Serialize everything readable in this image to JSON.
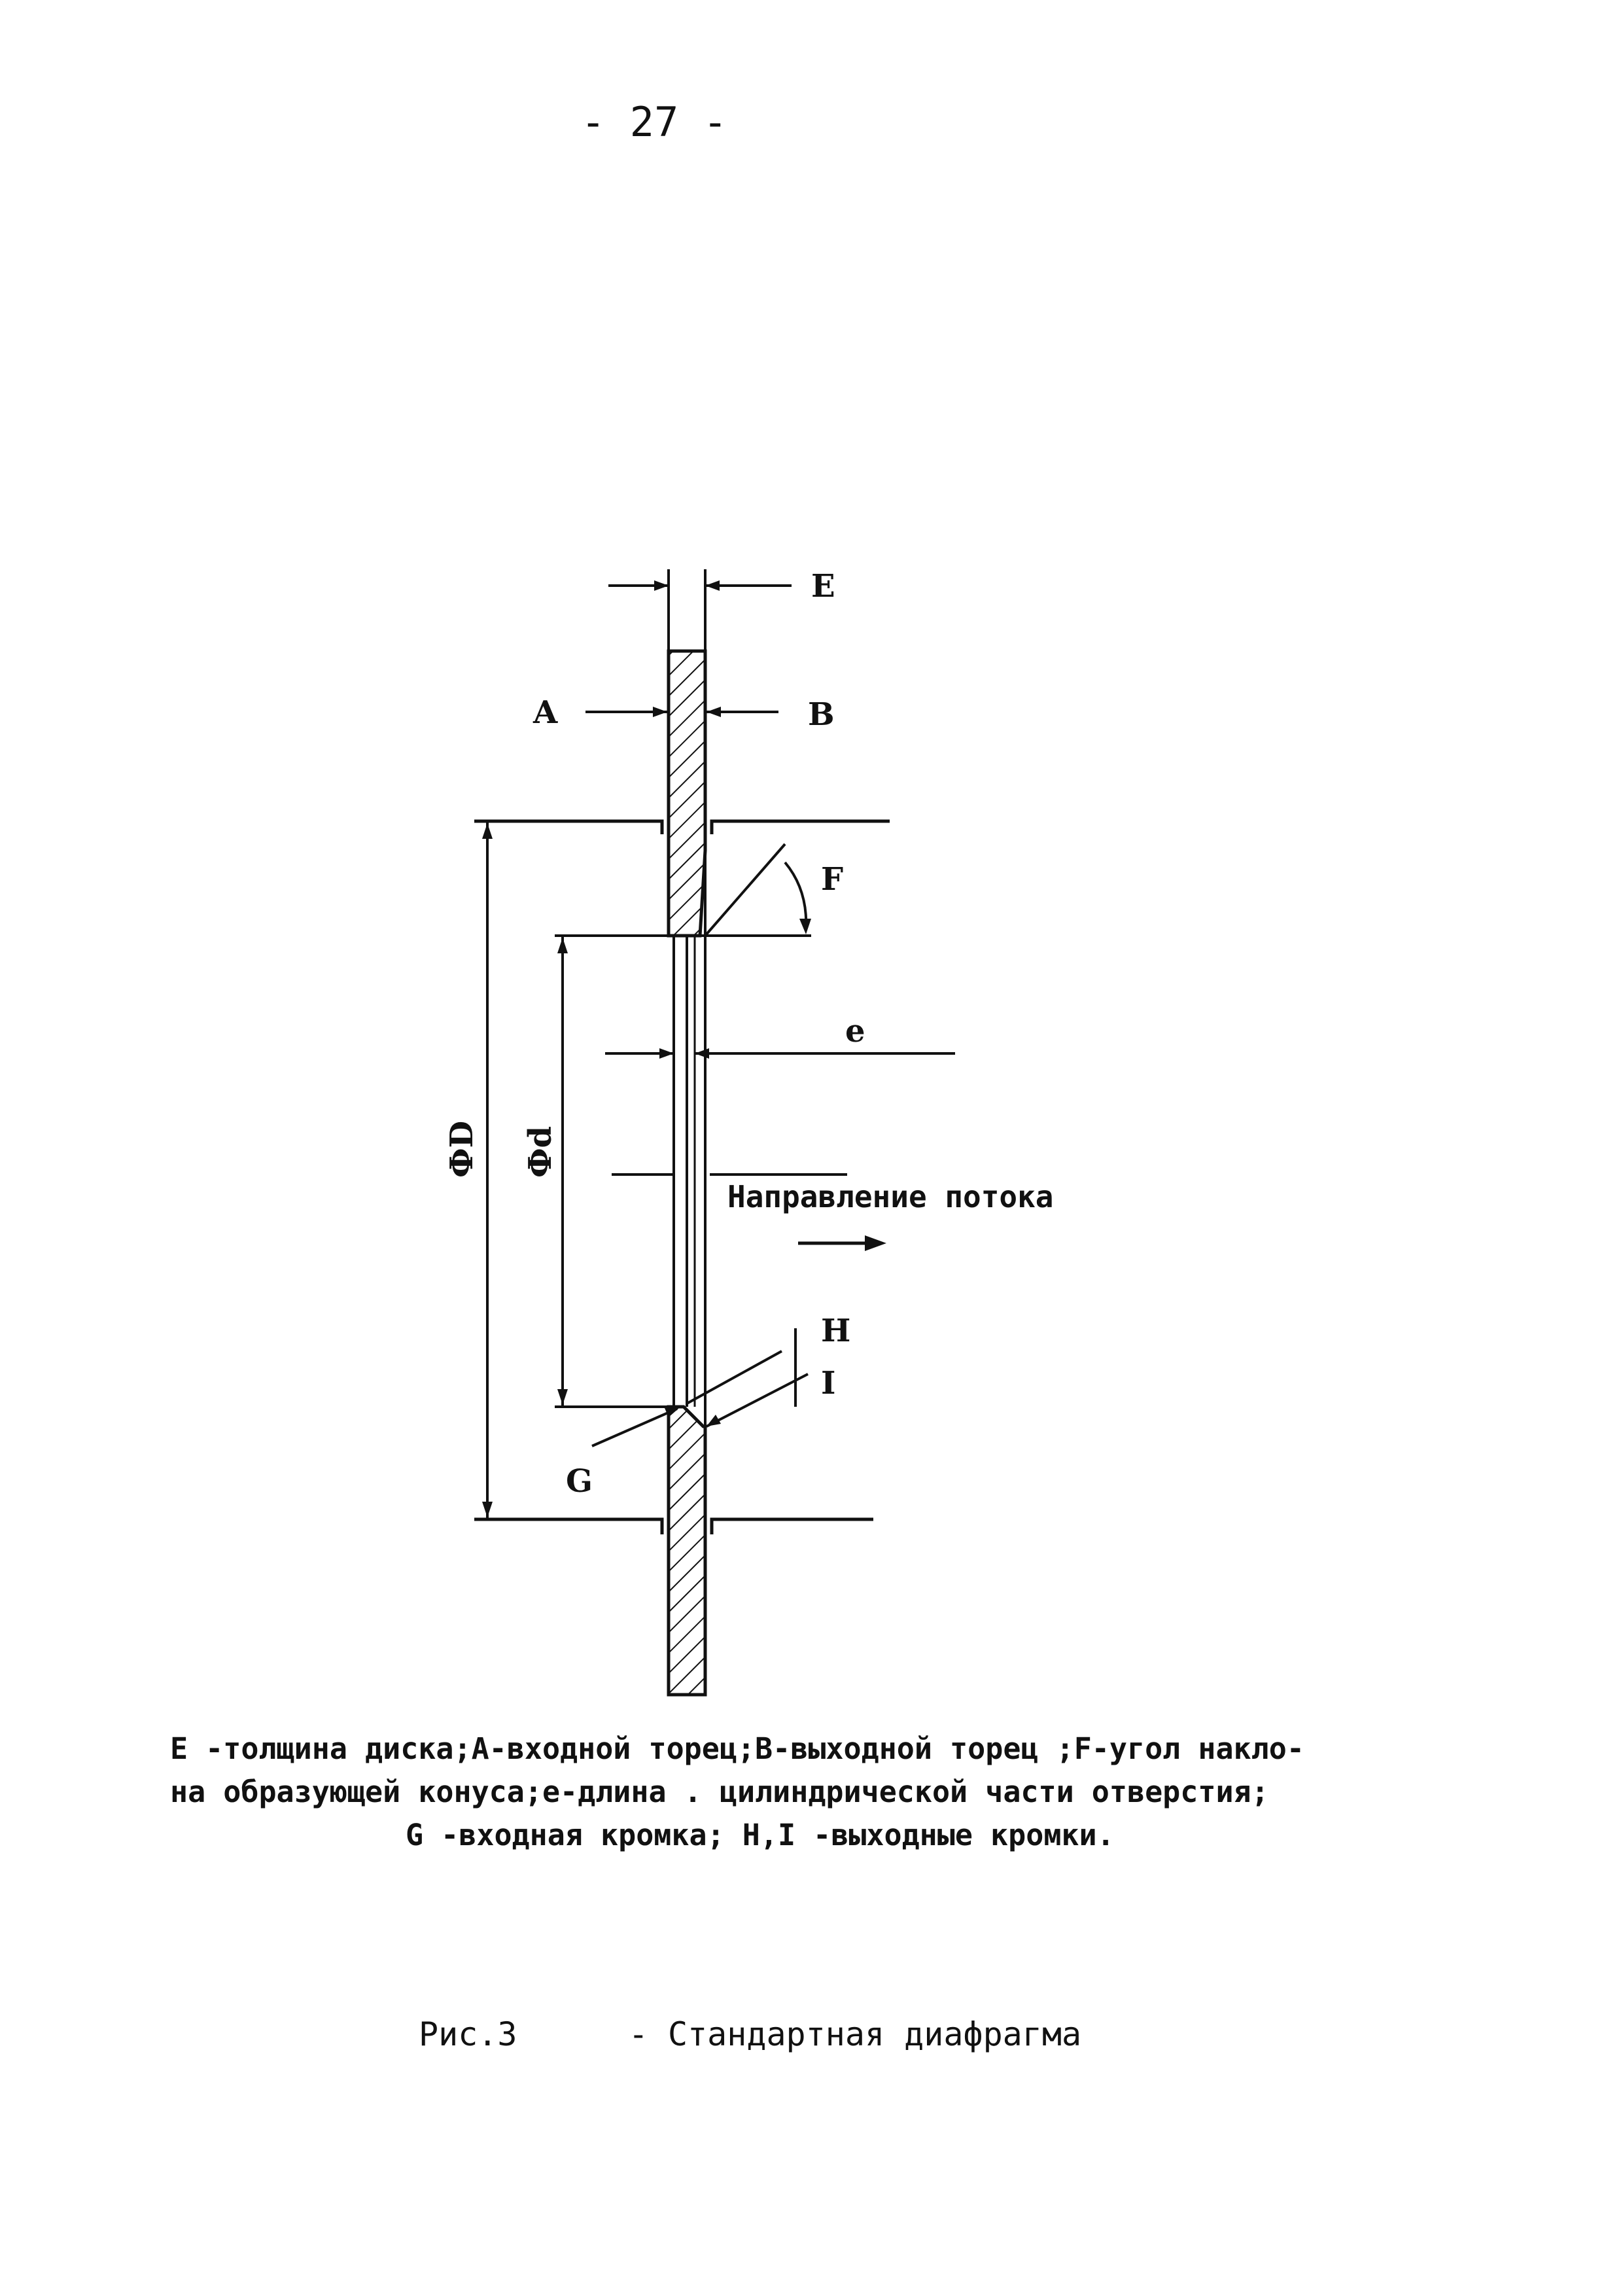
{
  "page_number": "- 27 -",
  "labels": {
    "E": "E",
    "A": "A",
    "B": "B",
    "F": "F",
    "e": "e",
    "D": "ФD",
    "d": "Фd",
    "H": "H",
    "I": "I",
    "G": "G",
    "flow": "Направление потока"
  },
  "legend": {
    "line1": "E -толщина диска;A-входной торец;B-выходной торец ;F-угол накло-",
    "line2": "на образующей конуса;e-длина . цилиндрической части отверстия;",
    "line3": "G -входная кромка; H,I -выходные кромки."
  },
  "caption": {
    "figure": "Рис.3",
    "title": "- Стандартная диафрагма"
  },
  "colors": {
    "ink": "#111111",
    "paper": "#ffffff"
  }
}
